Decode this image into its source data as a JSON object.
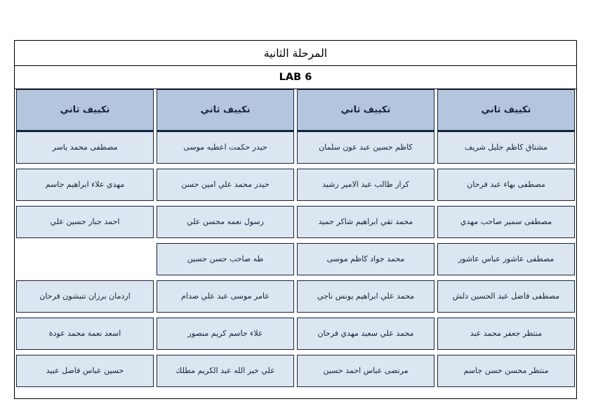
{
  "document": {
    "title": "المرحلة الثانية",
    "subtitle": "LAB 6",
    "colors": {
      "header_fill": "#b3c6de",
      "cell_fill": "#dce6f1",
      "border": "#16243d",
      "text": "#15223b"
    }
  },
  "columns": [
    {
      "header": "تكييف ثاني",
      "names": [
        "مشتاق كاظم جليل شريف",
        "مصطفى بهاء عبد فرحان",
        "مصطفى سمير صاحب مهدي",
        "مصطفى عاشور عباس عاشور",
        "مصطفى فاضل عبد الحسين دلش",
        "منتظر جعفر محمد عبد",
        "منتظر محسن حسن جاسم"
      ]
    },
    {
      "header": "تكييف ثاني",
      "names": [
        "كاظم حسين عبد عون سلمان",
        "كرار طالب عبد الامير رشيد",
        "محمد تقي ابراهيم شاكر حميد",
        "محمد جواد كاظم موسى",
        "محمد علي ابراهيم يونس ناجي",
        "محمد علي سعيد مهدي فرحان",
        "مرتضى عباس احمد حسين"
      ]
    },
    {
      "header": "تكييف ثاني",
      "names": [
        "حيدر حكمت اعطيه موسى",
        "حيدر محمد علي امين حسن",
        "رسول نعمه محسن علي",
        "طه صاحب حسن حسين",
        "عامر موسى عبد علي صدام",
        "علاء جاسم كريم منصور",
        "علي خير الله عبد الكريم مطلك"
      ]
    },
    {
      "header": "تكييف ثاني",
      "names": [
        "مصطفى محمد ياسر",
        "مهدي علاء ابراهيم جاسم",
        "احمد جبار حسين علي",
        "",
        "اردمان برزان تتيشون فرحان",
        "اسعد نعمة محمد عودة",
        "حسين عباس فاضل عبيد"
      ]
    }
  ]
}
